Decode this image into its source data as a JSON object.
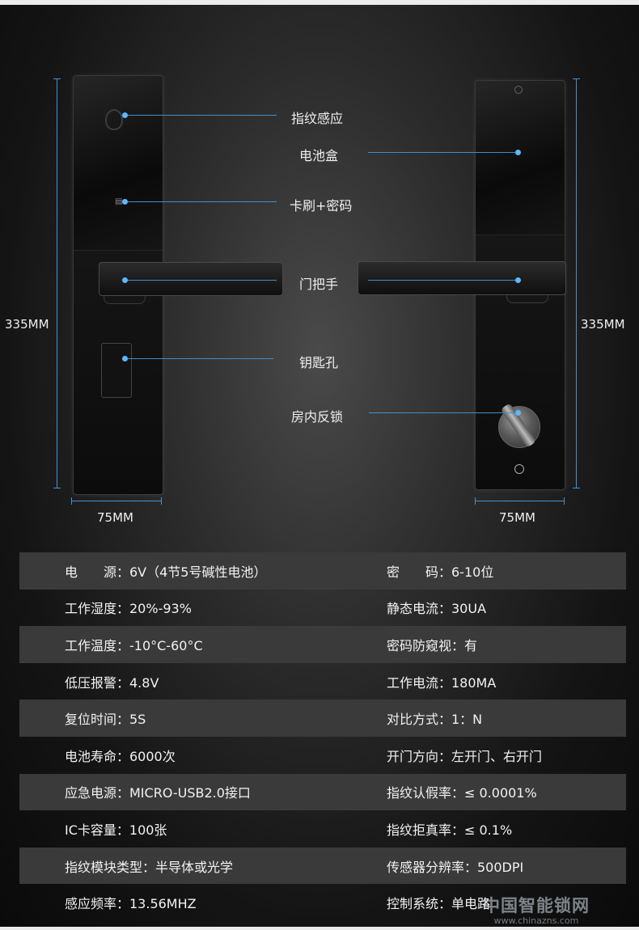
{
  "callouts": {
    "fingerprint": "指纹感应",
    "battery": "电池盒",
    "card_password": "卡刷+密码",
    "handle": "门把手",
    "keyhole": "钥匙孔",
    "indoor_lock": "房内反锁"
  },
  "dimensions": {
    "left_height": "335MM",
    "right_height": "335MM",
    "left_width": "75MM",
    "right_width": "75MM"
  },
  "specs": [
    [
      "电　　源：6V（4节5号碱性电池）",
      "密　　码：6-10位"
    ],
    [
      "工作湿度：20%-93%",
      "静态电流：30UA"
    ],
    [
      "工作温度：-10°C-60°C",
      "密码防窥视：有"
    ],
    [
      "低压报警：4.8V",
      "工作电流：180MA"
    ],
    [
      "复位时间：5S",
      "对比方式：1：N"
    ],
    [
      "电池寿命：6000次",
      "开门方向：左开门、右开门"
    ],
    [
      "应急电源：MICRO-USB2.0接口",
      "指纹认假率：≤ 0.0001%"
    ],
    [
      "IC卡容量：100张",
      "指纹拒真率：≤ 0.1%"
    ],
    [
      "指纹模块类型：半导体或光学",
      "传感器分辨率：500DPI"
    ],
    [
      "感应频率：13.56MHZ",
      "控制系统：单电路"
    ]
  ],
  "watermark": {
    "name": "中国智能锁网",
    "url": "www.chinazns.com"
  },
  "colors": {
    "accent_line": "#3f8fcf",
    "dot": "#5db8ff",
    "row_shade": "#3a3a3a"
  }
}
